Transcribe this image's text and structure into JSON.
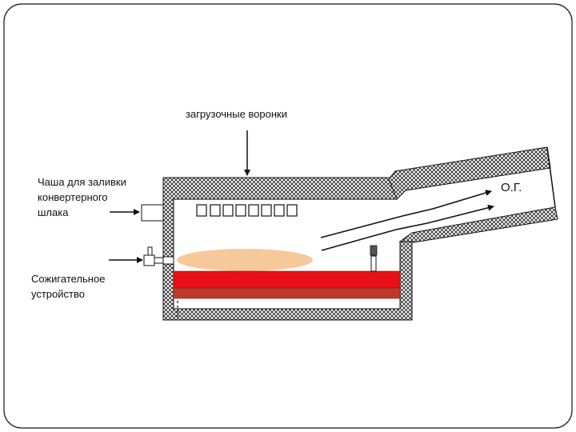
{
  "diagram": {
    "labels": {
      "charging_funnels": "загрузочные воронки",
      "slag_bowl_line1": "Чаша для заливки",
      "slag_bowl_line2": "конвертерного",
      "slag_bowl_line3": "шлака",
      "burner_line1": "Сожигательное",
      "burner_line2": "устройство",
      "offgas": "О.Г."
    },
    "colors": {
      "refractory_hatch": "#111111",
      "molten_layer": "#e8111a",
      "bottom_layer": "#c0392b",
      "charge_heap": "#f6c99a",
      "frame_border": "#111111"
    }
  }
}
